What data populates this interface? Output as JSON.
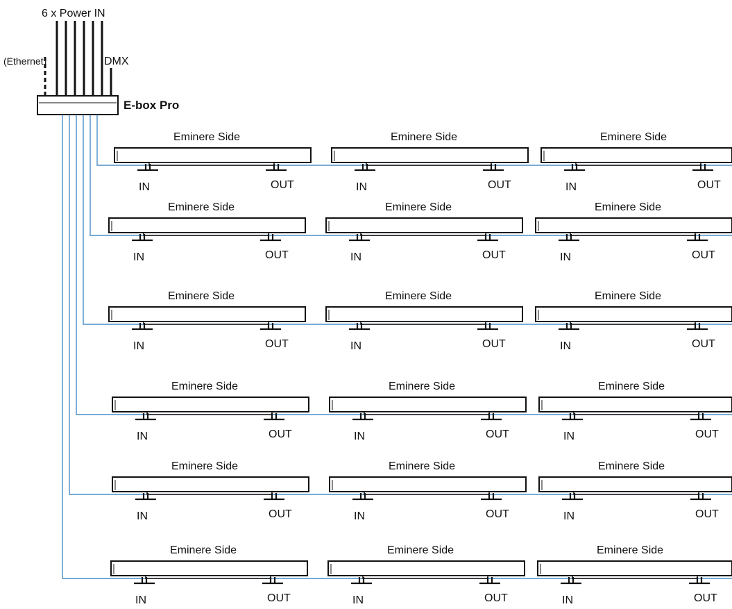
{
  "labels": {
    "power_in": "6 x Power IN",
    "ethernet": "(Ethernet)",
    "dmx": "DMX",
    "ebox": "E-box Pro",
    "fixture_name": "Eminere Side",
    "in": "IN",
    "out": "OUT"
  },
  "layout": {
    "rows": 6,
    "fixtures_per_row": 3
  },
  "colors": {
    "cable": "#4a8fc9",
    "outline": "#111111",
    "fill": "#ffffff"
  }
}
